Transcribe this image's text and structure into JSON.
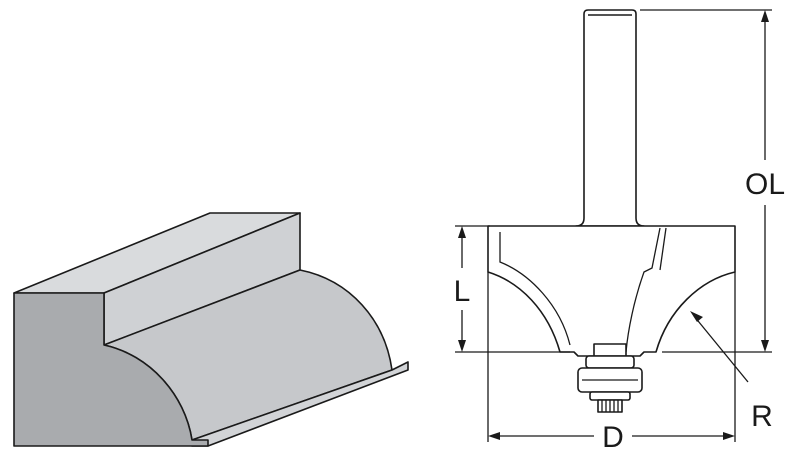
{
  "labels": {
    "overall_length": "OL",
    "cutting_length": "L",
    "radius": "R",
    "diameter": "D"
  },
  "colors": {
    "profile_top": "#d9dbdd",
    "profile_face": "#c4c6c9",
    "profile_end": "#a9abae",
    "bit_body": "#ffffff",
    "line": "#1a1a1a"
  }
}
